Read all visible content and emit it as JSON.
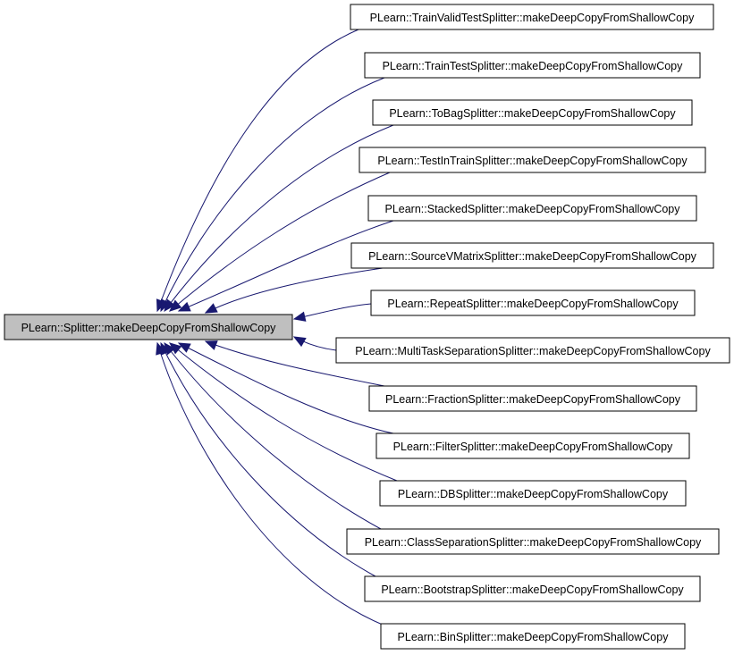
{
  "diagram": {
    "root": {
      "label": "PLearn::Splitter::makeDeepCopyFromShallowCopy",
      "fill": "#bfbfbf"
    },
    "edge_color": "#191970",
    "callers": [
      {
        "label": "PLearn::TrainValidTestSplitter::makeDeepCopyFromShallowCopy"
      },
      {
        "label": "PLearn::TrainTestSplitter::makeDeepCopyFromShallowCopy"
      },
      {
        "label": "PLearn::ToBagSplitter::makeDeepCopyFromShallowCopy"
      },
      {
        "label": "PLearn::TestInTrainSplitter::makeDeepCopyFromShallowCopy"
      },
      {
        "label": "PLearn::StackedSplitter::makeDeepCopyFromShallowCopy"
      },
      {
        "label": "PLearn::SourceVMatrixSplitter::makeDeepCopyFromShallowCopy"
      },
      {
        "label": "PLearn::RepeatSplitter::makeDeepCopyFromShallowCopy"
      },
      {
        "label": "PLearn::MultiTaskSeparationSplitter::makeDeepCopyFromShallowCopy"
      },
      {
        "label": "PLearn::FractionSplitter::makeDeepCopyFromShallowCopy"
      },
      {
        "label": "PLearn::FilterSplitter::makeDeepCopyFromShallowCopy"
      },
      {
        "label": "PLearn::DBSplitter::makeDeepCopyFromShallowCopy"
      },
      {
        "label": "PLearn::ClassSeparationSplitter::makeDeepCopyFromShallowCopy"
      },
      {
        "label": "PLearn::BootstrapSplitter::makeDeepCopyFromShallowCopy"
      },
      {
        "label": "PLearn::BinSplitter::makeDeepCopyFromShallowCopy"
      }
    ]
  }
}
